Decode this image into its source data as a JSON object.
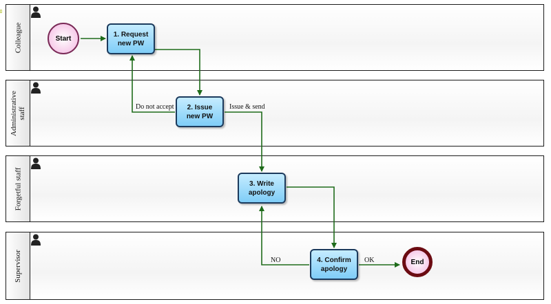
{
  "lanes": [
    {
      "id": "colleague",
      "title": "Colleague"
    },
    {
      "id": "admin",
      "title": "Administrative\nstaff"
    },
    {
      "id": "forgetful",
      "title": "Forgetful staff"
    },
    {
      "id": "supervisor",
      "title": "Supervisor"
    }
  ],
  "nodes": {
    "start": "Start",
    "request": "1. Request\nnew PW",
    "issue": "2. Issue\nnew PW",
    "write": "3. Write\napology",
    "confirm": "4. Confirm\napology",
    "end": "End"
  },
  "edges": {
    "do_not_accept": "Do not accept",
    "issue_send": "Issue & send",
    "no": "NO",
    "ok": "OK"
  },
  "colors": {
    "flow": "#1e6b1a",
    "task_fill": "#8fd3f8",
    "task_border": "#1b3a5c",
    "end_border": "#6b0b12"
  },
  "icons": {
    "lane_performer": "person-icon"
  }
}
